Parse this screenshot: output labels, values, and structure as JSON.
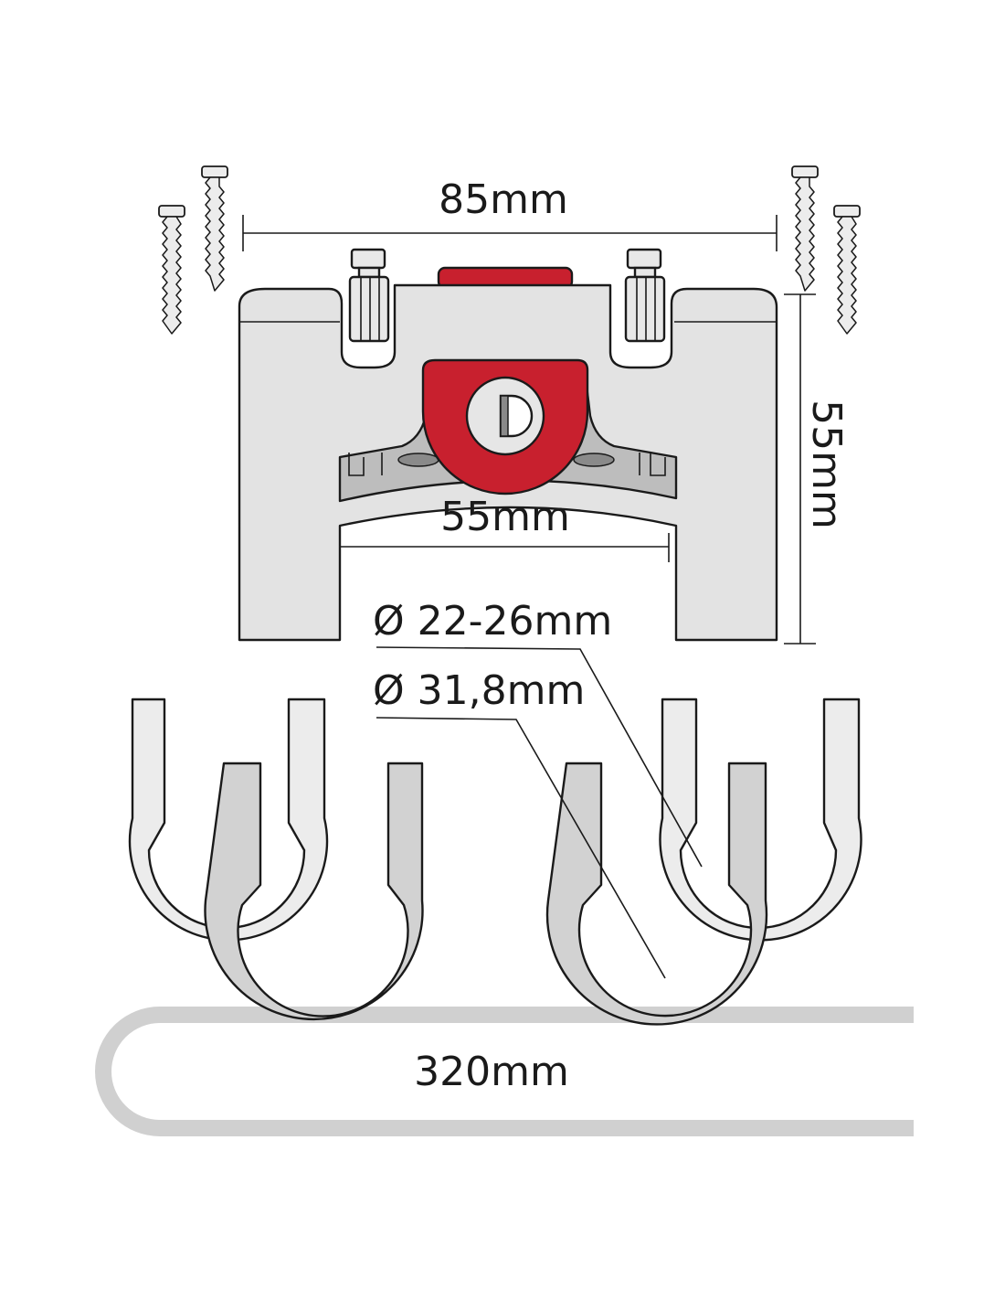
{
  "diagram": {
    "labels": {
      "width_top": "85mm",
      "height_right": "55mm",
      "inner_width": "55mm",
      "diameter_small": "Ø 22-26mm",
      "diameter_large": "Ø 31,8mm",
      "cable_length": "320mm"
    },
    "colors": {
      "body": "#e3e3e3",
      "accent_red": "#c8202e",
      "inner_grey": "#bdbdbd",
      "clamp_light": "#ececec",
      "clamp_dark": "#d2d2d2",
      "cable": "#d0d0d0",
      "line": "#1a1a1a"
    },
    "components": [
      "adapter-bracket",
      "lock-cylinder",
      "screws",
      "u-clamps",
      "cable-loop"
    ]
  }
}
